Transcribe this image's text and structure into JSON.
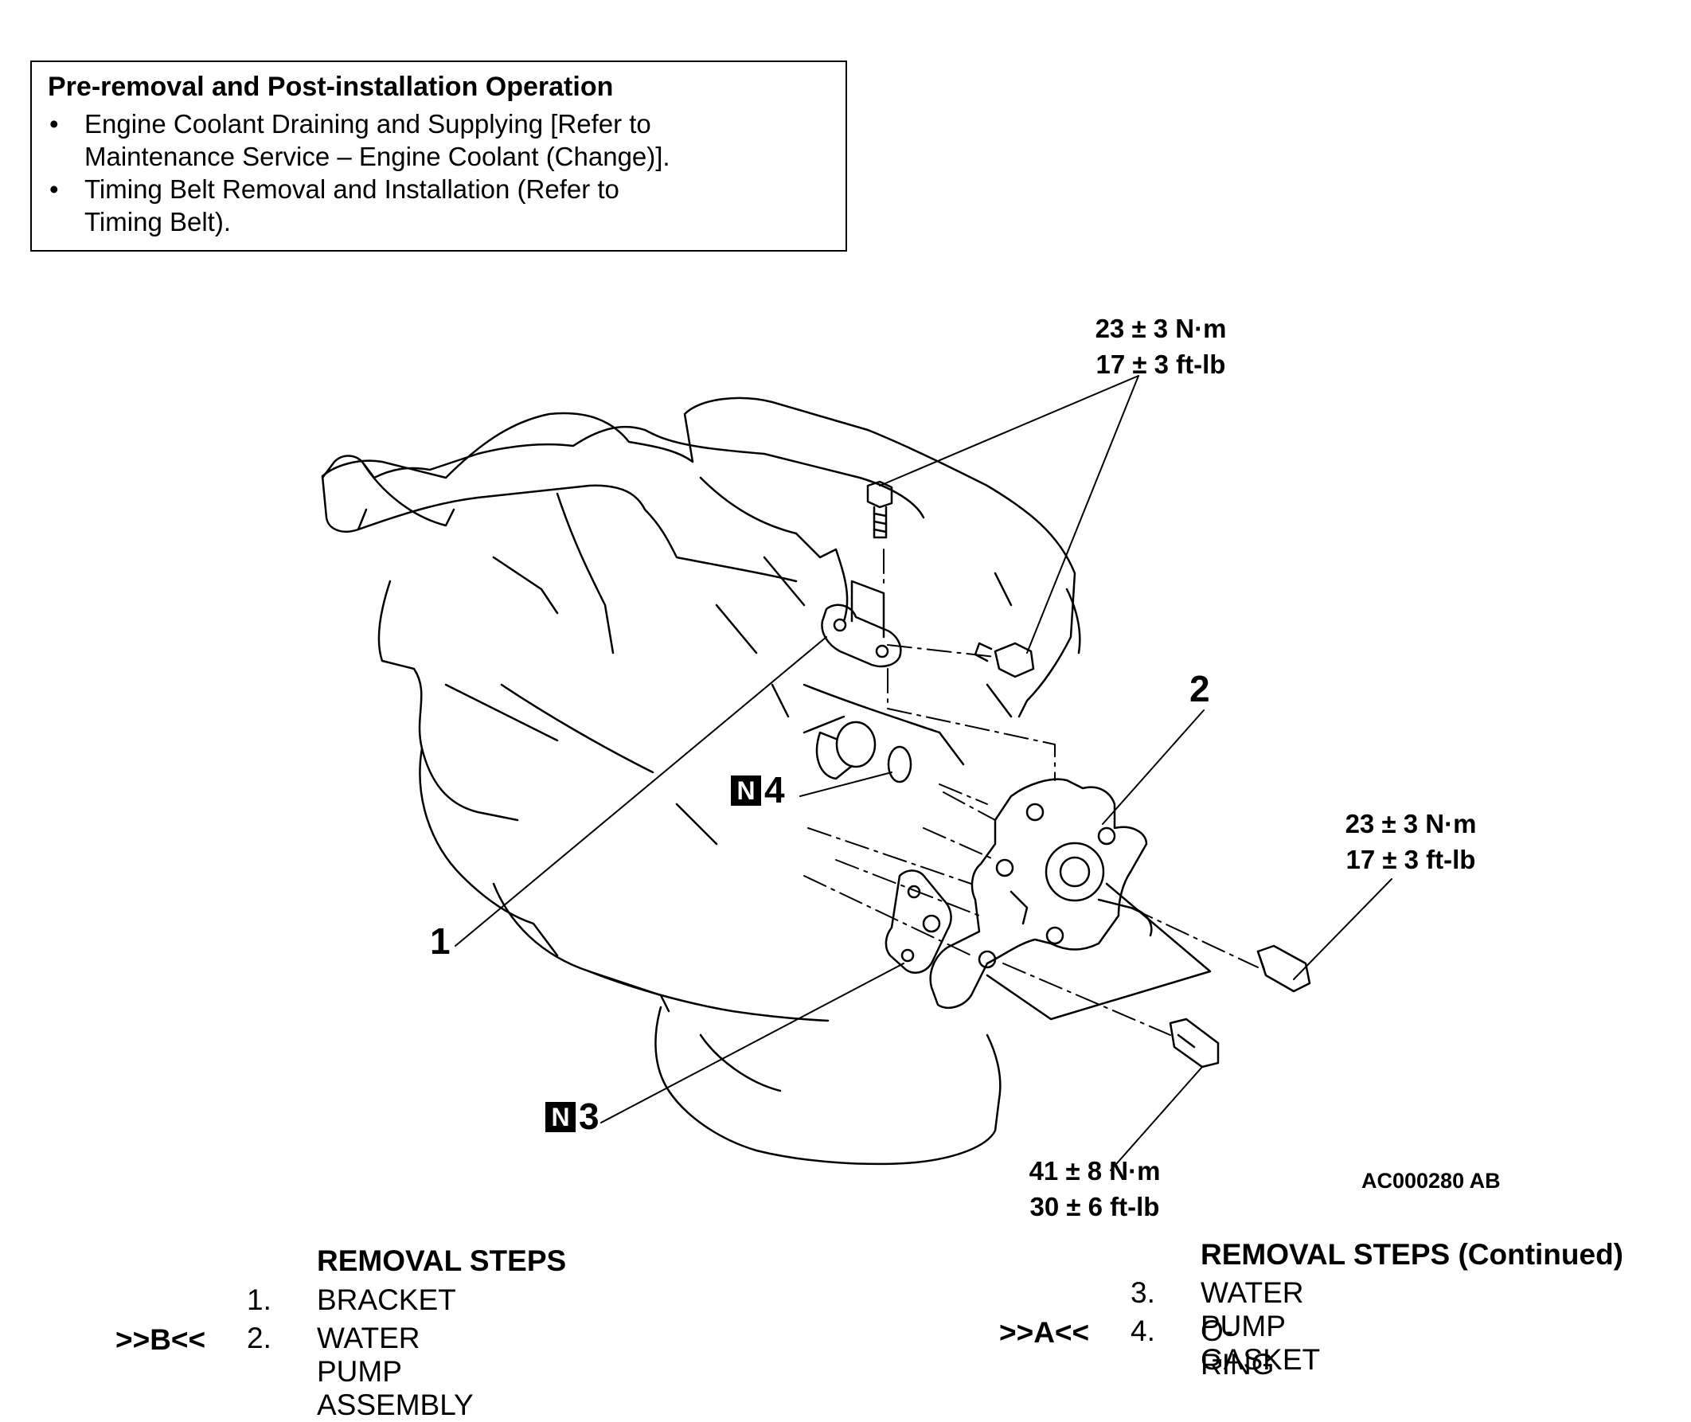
{
  "pre_box": {
    "title": "Pre-removal and Post-installation Operation",
    "items": [
      {
        "bullet": "•",
        "line1": "Engine Coolant Draining and Supplying [Refer to",
        "line2": "Maintenance Service – Engine Coolant (Change)]."
      },
      {
        "bullet": "•",
        "line1": "Timing Belt Removal and Installation (Refer to",
        "line2": "Timing Belt)."
      }
    ]
  },
  "torque_specs": [
    {
      "nm": "23 ± 3 N·m",
      "ftlb": "17 ± 3 ft-lb"
    },
    {
      "nm": "23 ± 3 N·m",
      "ftlb": "17 ± 3 ft-lb"
    },
    {
      "nm": "41 ± 8 N·m",
      "ftlb": "30 ± 6 ft-lb"
    }
  ],
  "callouts": {
    "c1": "1",
    "c2": "2",
    "c3": "3",
    "c4": "4",
    "n_mark": "N"
  },
  "figure_id": "AC000280 AB",
  "removal_steps": {
    "heading": "REMOVAL STEPS",
    "heading_continued": "REMOVAL STEPS (Continued)",
    "left": [
      {
        "ref": "",
        "num": "1.",
        "text": "BRACKET"
      },
      {
        "ref": ">>B<<",
        "num": "2.",
        "text": "WATER PUMP ASSEMBLY"
      }
    ],
    "right": [
      {
        "ref": "",
        "num": "3.",
        "text": "WATER PUMP GASKET"
      },
      {
        "ref": ">>A<<",
        "num": "4.",
        "text": "O-RING"
      }
    ]
  }
}
